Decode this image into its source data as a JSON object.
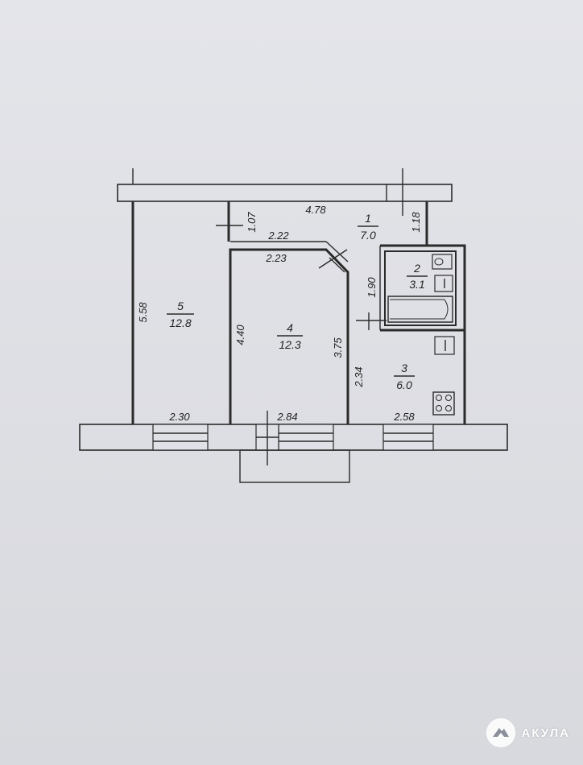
{
  "rooms": [
    {
      "number": "1",
      "area": "7.0"
    },
    {
      "number": "2",
      "area": "3.1"
    },
    {
      "number": "3",
      "area": "6.0"
    },
    {
      "number": "4",
      "area": "12.3"
    },
    {
      "number": "5",
      "area": "12.8"
    }
  ],
  "dimensions": {
    "corridor_length": "4.78",
    "corridor_wall_a": "1.07",
    "corridor_wall_b": "1.18",
    "upper_width": "2.22",
    "room4_top": "2.23",
    "room5_height": "5.58",
    "room4_height": "4.40",
    "room4_right": "3.75",
    "bath_height": "1.90",
    "kitchen_height": "2.34",
    "room5_bottom": "2.30",
    "room4_bottom": "2.84",
    "kitchen_bottom": "2.58"
  },
  "logo": {
    "text": "АКУЛА"
  }
}
